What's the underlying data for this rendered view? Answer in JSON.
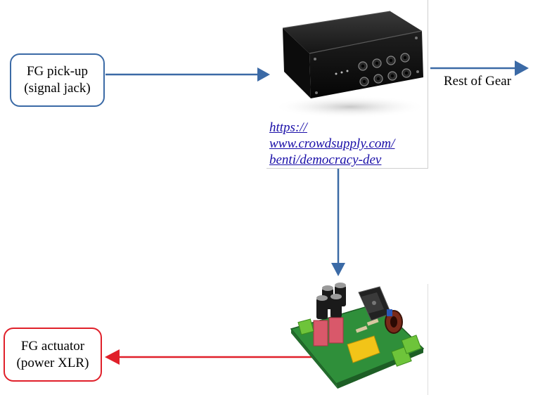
{
  "nodes": {
    "pickup": {
      "line1": "FG pick-up",
      "line2": "(signal jack)"
    },
    "actuator": {
      "line1": "FG actuator",
      "line2": "(power XLR)"
    },
    "rest": {
      "label": "Rest of Gear"
    },
    "device": {
      "link_line1": "https://",
      "link_line2": "www.crowdsupply.com/",
      "link_line3": "benti/democracy-dev"
    }
  },
  "colors": {
    "blue_arrow": "#3b6aa6",
    "red_arrow": "#e0202a",
    "link": "#1a0fa8"
  },
  "icons": {
    "device": "black-enclosure-box-image",
    "board": "amplifier-circuit-board-image"
  }
}
